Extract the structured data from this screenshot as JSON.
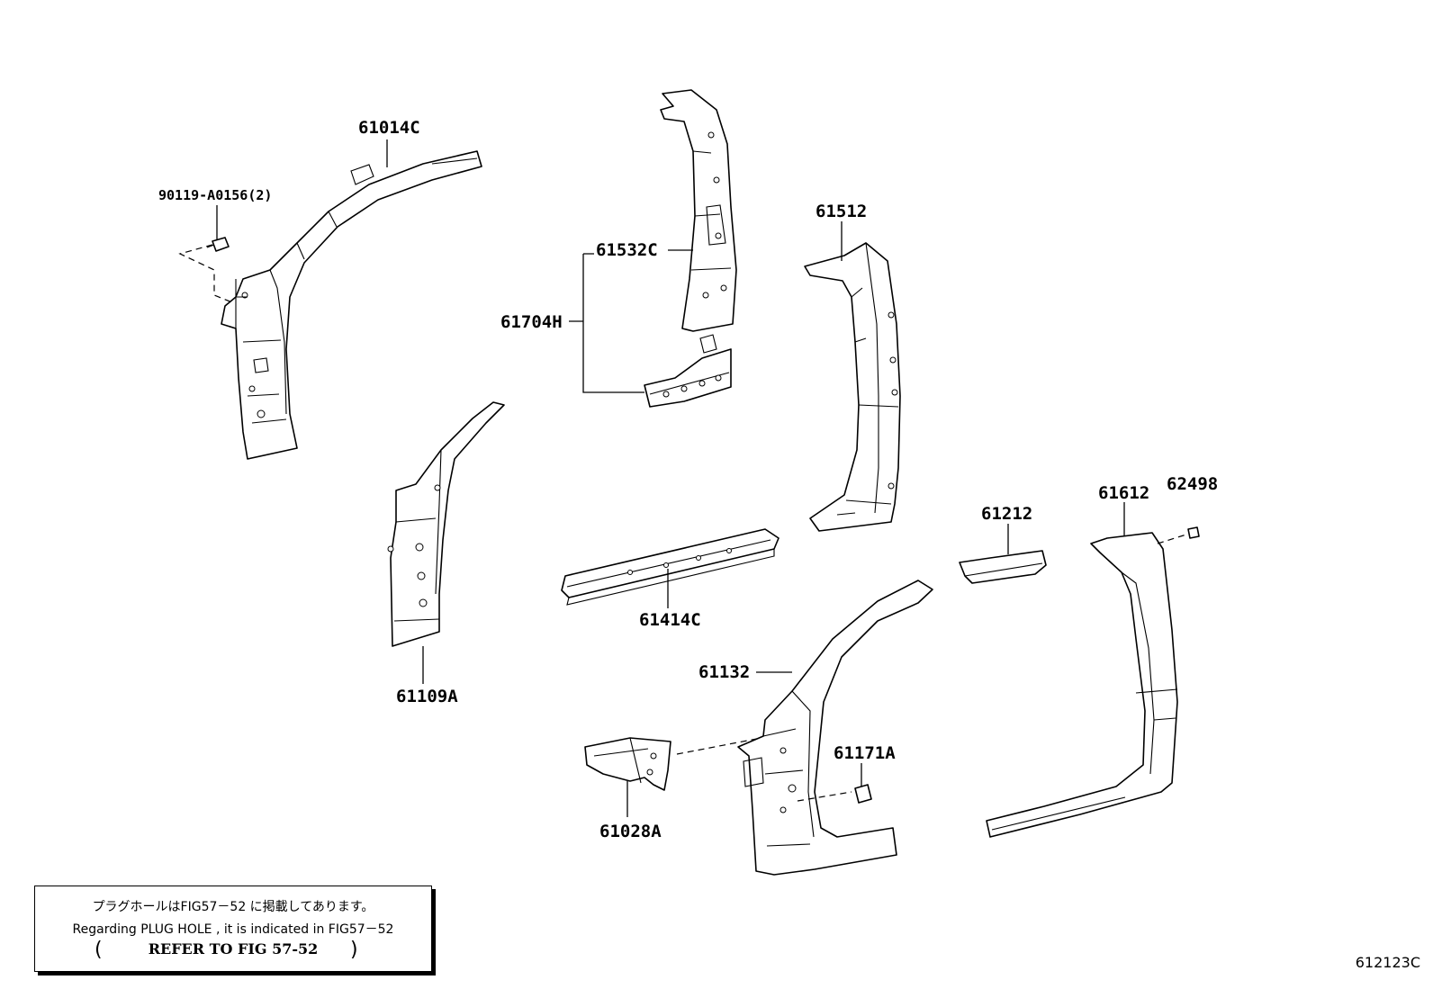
{
  "labels": {
    "p61014c": "61014C",
    "p90119": "90119-A0156(2)",
    "p61532c": "61532C",
    "p61704h": "61704H",
    "p61512": "61512",
    "p61109a": "61109A",
    "p61414c": "61414C",
    "p61212": "61212",
    "p61612": "61612",
    "p62498": "62498",
    "p61132": "61132",
    "p61171a": "61171A",
    "p61028a": "61028A"
  },
  "note": {
    "line1": "プラグホールはFIG57－52 に掲載してあります。",
    "line2": "Regarding PLUG HOLE , it is indicated in FIG57－52",
    "line3": "REFER TO FIG 57-52",
    "open_paren": "(",
    "close_paren": ")"
  },
  "figure_code": "612123C"
}
